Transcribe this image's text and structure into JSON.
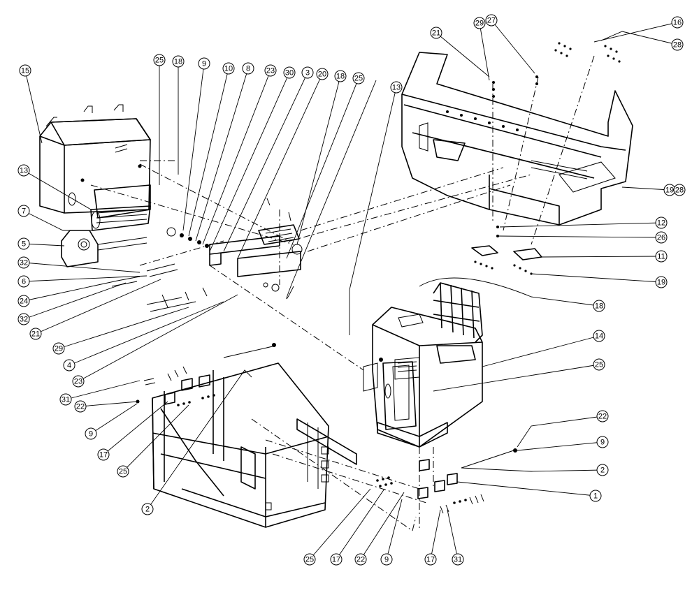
{
  "diagram": {
    "callouts": [
      "15",
      "25",
      "18",
      "9",
      "10",
      "8",
      "23",
      "30",
      "3",
      "20",
      "18",
      "25",
      "13",
      "21",
      "29",
      "27",
      "16",
      "28",
      "13",
      "7",
      "5",
      "32",
      "6",
      "24",
      "32",
      "21",
      "29",
      "4",
      "23",
      "19",
      "28",
      "12",
      "26",
      "11",
      "19",
      "18",
      "14",
      "25",
      "31",
      "22",
      "9",
      "17",
      "25",
      "2",
      "22",
      "9",
      "2",
      "1",
      "25",
      "17",
      "22",
      "9",
      "17",
      "31"
    ]
  }
}
